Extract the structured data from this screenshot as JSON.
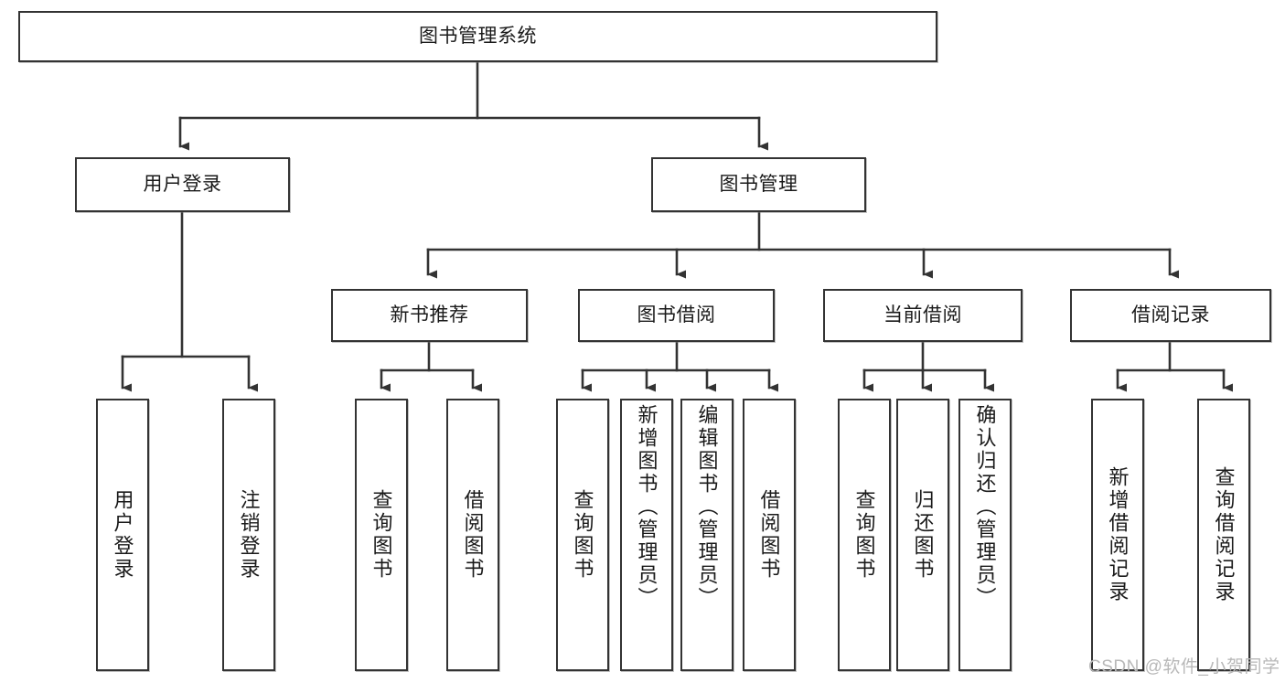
{
  "diagram": {
    "kind": "function-structure-tree",
    "title": "图书管理系统",
    "colors": {
      "box_border": "#333333",
      "box_fill": "#ffffff",
      "text": "#1a1a1a",
      "edge": "#333333",
      "watermark": "#b8b8b8",
      "page_background": "#ffffff"
    }
  },
  "root": {
    "label": "图书管理系统"
  },
  "level2": [
    {
      "label": "用户登录"
    },
    {
      "label": "图书管理"
    }
  ],
  "level3": [
    {
      "label": "新书推荐"
    },
    {
      "label": "图书借阅"
    },
    {
      "label": "当前借阅"
    },
    {
      "label": "借阅记录"
    }
  ],
  "leaves": {
    "user_login": [
      {
        "label": "用户登录"
      },
      {
        "label": "注销登录"
      }
    ],
    "new_book_recommend": [
      {
        "label": "查询图书"
      },
      {
        "label": "借阅图书"
      }
    ],
    "book_borrow": [
      {
        "label": "查询图书"
      },
      {
        "label": "新增图书（管理员）"
      },
      {
        "label": "编辑图书（管理员）"
      },
      {
        "label": "借阅图书"
      }
    ],
    "current_borrow": [
      {
        "label": "查询图书"
      },
      {
        "label": "归还图书"
      },
      {
        "label": "确认归还（管理员）"
      }
    ],
    "borrow_record": [
      {
        "label": "新增借阅记录"
      },
      {
        "label": "查询借阅记录"
      }
    ]
  },
  "watermark": {
    "text": "CSDN @软件_小贺同学"
  }
}
